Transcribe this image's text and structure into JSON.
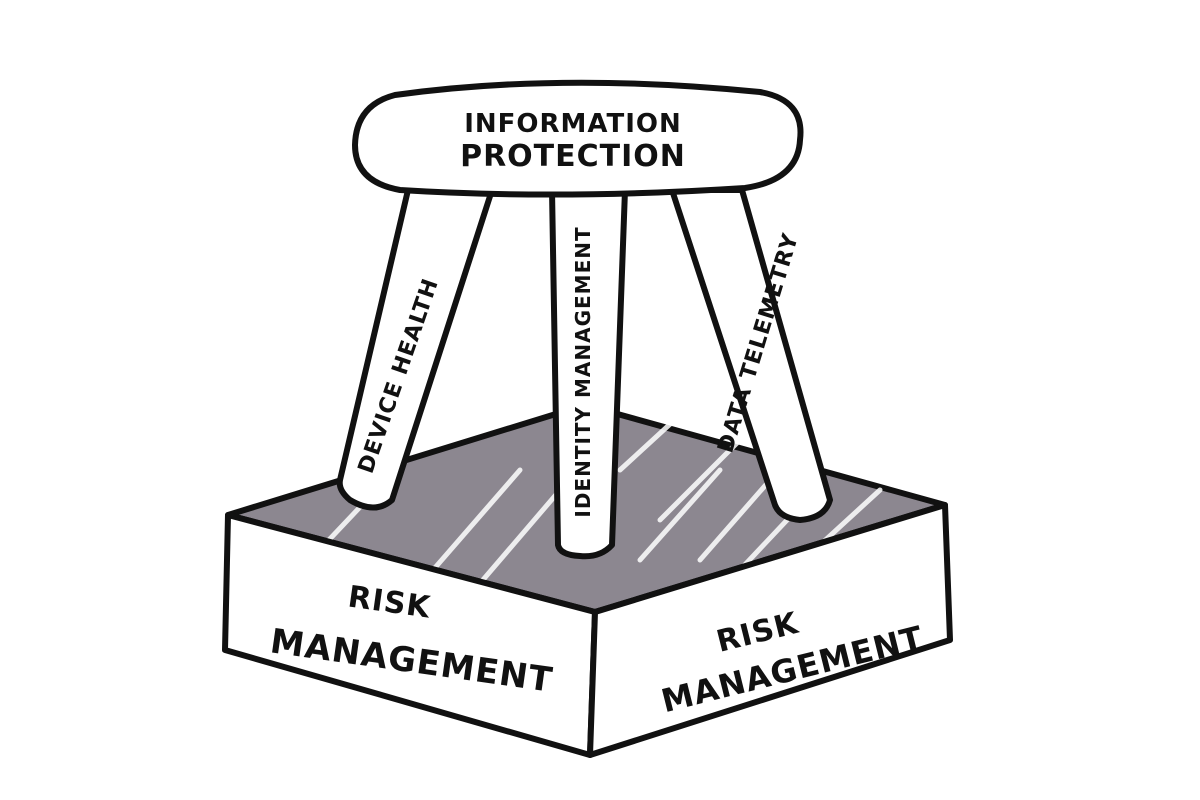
{
  "diagram": {
    "seat": {
      "line1": "INFORMATION",
      "line2": "PROTECTION"
    },
    "legs": {
      "left": "DEVICE HEALTH",
      "middle": "IDENTITY MANAGEMENT",
      "right": "DATA TELEMETRY"
    },
    "box": {
      "left_line1": "RISK",
      "left_line2": "MANAGEMENT",
      "right_line1": "RISK",
      "right_line2": "MANAGEMENT"
    }
  },
  "colors": {
    "ink": "#111111",
    "box_interior": "#8c8790",
    "background": "#ffffff"
  }
}
